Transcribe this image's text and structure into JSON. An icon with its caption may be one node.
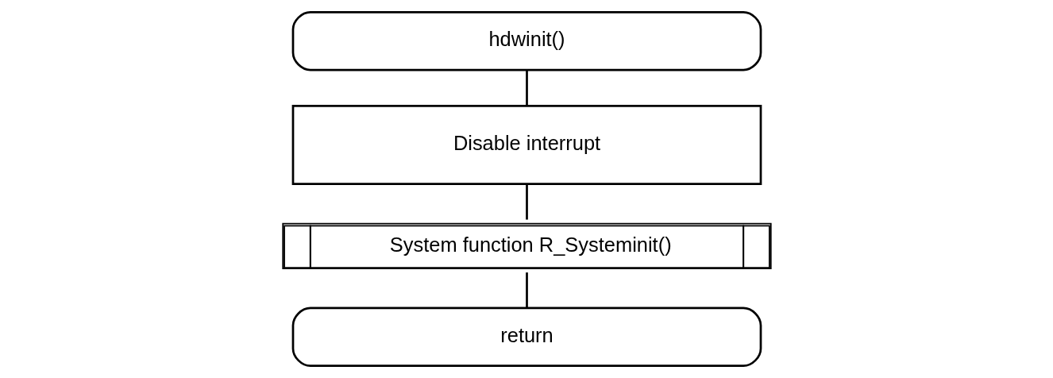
{
  "diagram": {
    "nodes": [
      {
        "text": [
          "hdwinit()"
        ]
      },
      {
        "text": [
          "Disable interrupt"
        ]
      },
      {
        "text": [
          "System function R_Systeminit()"
        ]
      },
      {
        "text": [
          "return"
        ]
      }
    ],
    "edges": [
      {
        "from": 0,
        "to": 1,
        "arrow": "none"
      },
      {
        "from": 1,
        "to": 2,
        "arrow": "none"
      },
      {
        "from": 2,
        "to": 3,
        "arrow": "none"
      }
    ]
  }
}
